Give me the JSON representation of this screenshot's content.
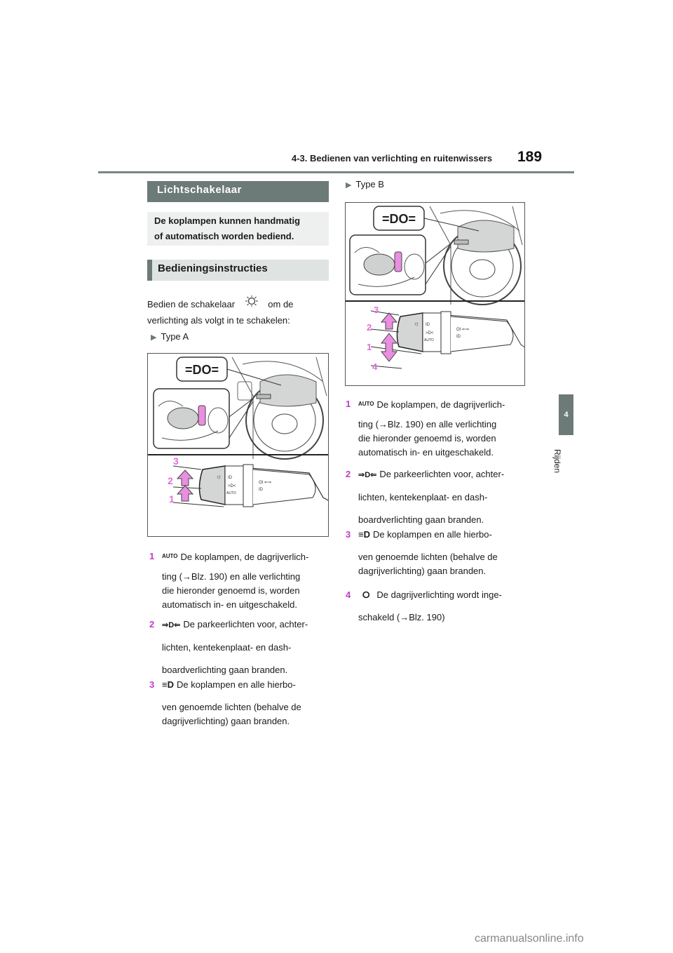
{
  "header": {
    "section": "4-3. Bedienen van verlichting en ruitenwissers",
    "page_number": "189"
  },
  "side_tab": {
    "chapter_number": "4",
    "chapter_label": "Rijden"
  },
  "section_title": "Lichtschakelaar",
  "summary": [
    "De koplampen kunnen handmatig",
    "of automatisch worden bediend."
  ],
  "subsection_title": "Bedieningsinstructies",
  "intro": {
    "line1_before": "Bedien de schakelaar",
    "switch_icon": "light-switch-icon",
    "line1_after": "om de",
    "line2": "verlichting als volgt in te schakelen:"
  },
  "type_a": {
    "label": "Type A",
    "figure_callouts": [
      "3",
      "2",
      "1"
    ],
    "items": [
      {
        "num": "1",
        "icon": "auto-icon",
        "symbol": "AUTO",
        "lines": [
          "De koplampen, de dagrijverlich-",
          "ting (→Blz. 190) en alle verlichting",
          "die hieronder genoemd is, worden",
          "automatisch in- en uitgeschakeld."
        ]
      },
      {
        "num": "2",
        "icon": "parking-lights-icon",
        "symbol": "⋑◖⋐",
        "lines": [
          "De parkeerlichten voor, achter-",
          "lichten, kentekenplaat- en dash-",
          "boardverlichting gaan branden."
        ]
      },
      {
        "num": "3",
        "icon": "headlight-icon",
        "symbol": "≡D",
        "lines": [
          "De koplampen en alle hierbo-",
          "ven genoemde lichten (behalve de",
          "dagrijverlichting) gaan branden."
        ]
      }
    ]
  },
  "type_b": {
    "label": "Type B",
    "figure_callouts": [
      "3",
      "2",
      "1",
      "4"
    ],
    "items": [
      {
        "num": "1",
        "icon": "auto-icon",
        "symbol": "AUTO",
        "lines": [
          "De koplampen, de dagrijverlich-",
          "ting (→Blz. 190) en alle verlichting",
          "die hieronder genoemd is, worden",
          "automatisch in- en uitgeschakeld."
        ]
      },
      {
        "num": "2",
        "icon": "parking-lights-icon",
        "symbol": "⋑◖⋐",
        "lines": [
          "De parkeerlichten voor, achter-",
          "lichten, kentekenplaat- en dash-",
          "boardverlichting gaan branden."
        ]
      },
      {
        "num": "3",
        "icon": "headlight-icon",
        "symbol": "≡D",
        "lines": [
          "De koplampen en alle hierbo-",
          "ven genoemde lichten (behalve de",
          "dagrijverlichting) gaan branden."
        ]
      },
      {
        "num": "4",
        "icon": "drl-off-icon",
        "symbol": "O",
        "lines": [
          "De dagrijverlichting wordt inge-",
          "schakeld (→Blz. 190)"
        ]
      }
    ]
  },
  "colors": {
    "accent_gray": "#6c7a78",
    "callout_magenta": "#c03cc9",
    "arrow_pink": "#e98ee0"
  },
  "watermark": "carmanualsonline.info"
}
